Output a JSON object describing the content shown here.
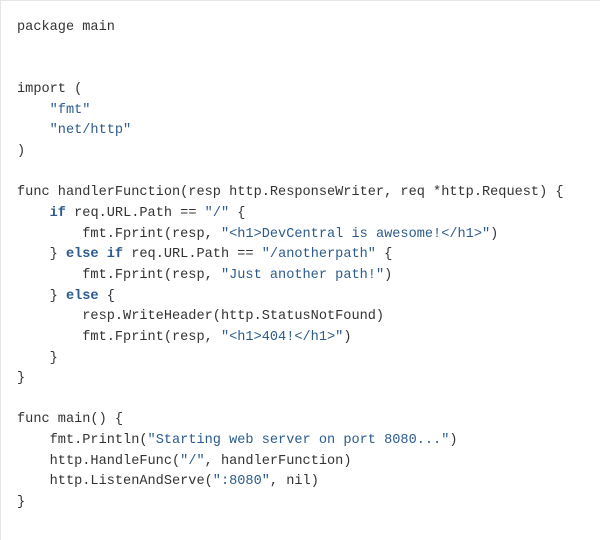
{
  "code_block": {
    "language": "go",
    "colors": {
      "keyword": "#2d5b8e",
      "string": "#2d5b8e",
      "text": "#333333"
    },
    "lines": [
      [
        [
          "p",
          "package main"
        ]
      ],
      [],
      [],
      [
        [
          "p",
          "import ("
        ]
      ],
      [
        [
          "p",
          "    "
        ],
        [
          "s",
          "\"fmt\""
        ]
      ],
      [
        [
          "p",
          "    "
        ],
        [
          "s",
          "\"net/http\""
        ]
      ],
      [
        [
          "p",
          ")"
        ]
      ],
      [],
      [
        [
          "p",
          "func handlerFunction(resp http.ResponseWriter, req *http.Request) {"
        ]
      ],
      [
        [
          "p",
          "    "
        ],
        [
          "k",
          "if"
        ],
        [
          "p",
          " req.URL.Path == "
        ],
        [
          "s",
          "\"/\""
        ],
        [
          "p",
          " {"
        ]
      ],
      [
        [
          "p",
          "        fmt.Fprint(resp, "
        ],
        [
          "s",
          "\"<h1>DevCentral is awesome!</h1>\""
        ],
        [
          "p",
          ")"
        ]
      ],
      [
        [
          "p",
          "    } "
        ],
        [
          "k",
          "else if"
        ],
        [
          "p",
          " req.URL.Path == "
        ],
        [
          "s",
          "\"/anotherpath\""
        ],
        [
          "p",
          " {"
        ]
      ],
      [
        [
          "p",
          "        fmt.Fprint(resp, "
        ],
        [
          "s",
          "\"Just another path!\""
        ],
        [
          "p",
          ")"
        ]
      ],
      [
        [
          "p",
          "    } "
        ],
        [
          "k",
          "else"
        ],
        [
          "p",
          " {"
        ]
      ],
      [
        [
          "p",
          "        resp.WriteHeader(http.StatusNotFound)"
        ]
      ],
      [
        [
          "p",
          "        fmt.Fprint(resp, "
        ],
        [
          "s",
          "\"<h1>404!</h1>\""
        ],
        [
          "p",
          ")"
        ]
      ],
      [
        [
          "p",
          "    }"
        ]
      ],
      [
        [
          "p",
          "}"
        ]
      ],
      [],
      [
        [
          "p",
          "func main() {"
        ]
      ],
      [
        [
          "p",
          "    fmt.Println("
        ],
        [
          "s",
          "\"Starting web server on port 8080...\""
        ],
        [
          "p",
          ")"
        ]
      ],
      [
        [
          "p",
          "    http.HandleFunc("
        ],
        [
          "s",
          "\"/\""
        ],
        [
          "p",
          ", handlerFunction)"
        ]
      ],
      [
        [
          "p",
          "    http.ListenAndServe("
        ],
        [
          "s",
          "\":8080\""
        ],
        [
          "p",
          ", nil)"
        ]
      ],
      [
        [
          "p",
          "}"
        ]
      ]
    ]
  }
}
